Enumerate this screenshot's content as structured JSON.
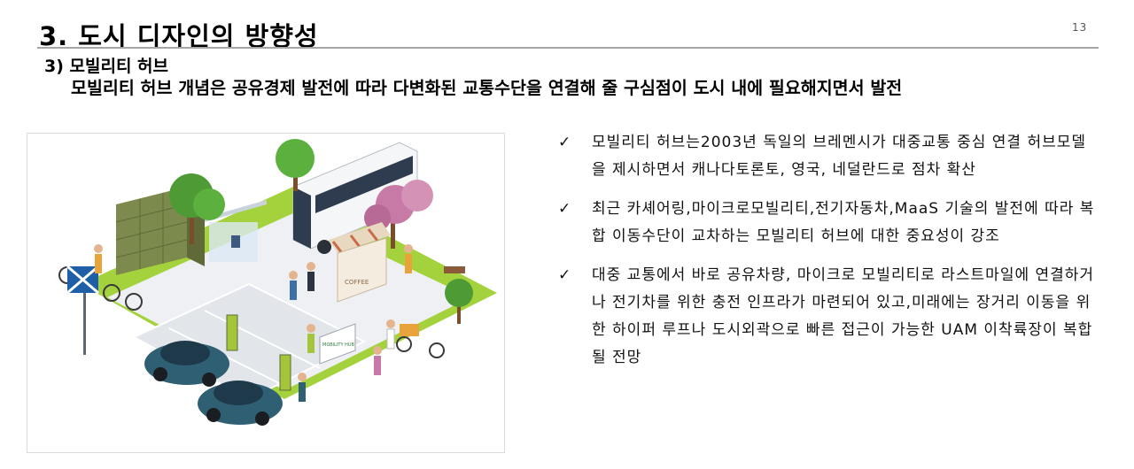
{
  "header": {
    "title": "3. 도시 디자인의 방향성",
    "page_number": "13"
  },
  "section": {
    "subheading": "3) 모빌리티 허브",
    "summary": "모빌리티 허브 개념은 공유경제 발전에 따라 다변화된 교통수단을 연결해 줄 구심점이 도시 내에 필요해지면서 발전"
  },
  "illustration": {
    "sign_label": "COFFEE",
    "hub_label": "MOBILITY HUB"
  },
  "bullets": [
    {
      "icon": "checkmark-icon",
      "text": "모빌리티 허브는2003년 독일의 브레멘시가 대중교통 중심 연결 허브모델을 제시하면서 캐나다토론토, 영국, 네덜란드로 점차 확산"
    },
    {
      "icon": "checkmark-icon",
      "text": "최근 카셰어링,마이크로모빌리티,전기자동차,MaaS 기술의 발전에 따라 복합 이동수단이 교차하는 모빌리티 허브에 대한 중요성이 강조"
    },
    {
      "icon": "checkmark-icon",
      "text": "대중 교통에서 바로 공유차량, 마이크로 모빌리티로 라스트마일에 연결하거나 전기차를 위한 충전 인프라가 마련되어 있고,미래에는 장거리 이동을 위한 하이퍼 루프나 도시외곽으로 빠른 접근이 가능한 UAM 이착륙장이 복합될 전망"
    }
  ],
  "colors": {
    "grass": "#a4d23c",
    "pavement": "#eef0f3",
    "car": "#2f5f73",
    "locker": "#7d8a4d",
    "tree": "#4e9a34",
    "blossom": "#c77aa6"
  }
}
